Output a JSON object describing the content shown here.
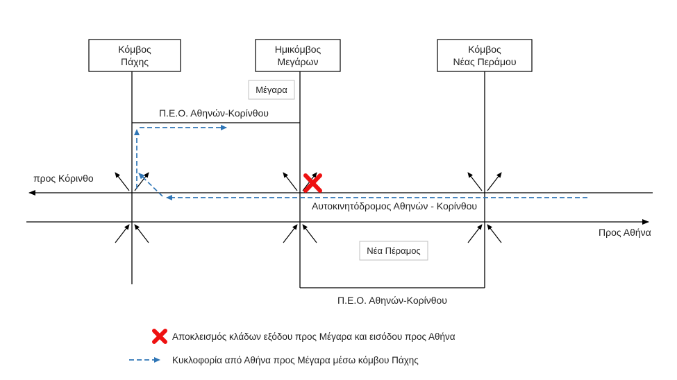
{
  "diagram": {
    "title": "traffic-detour-schematic",
    "junction_boxes": [
      {
        "line1": "Κόμβος",
        "line2": "Πάχης"
      },
      {
        "line1": "Ημικόμβος",
        "line2": "Μεγάρων"
      },
      {
        "line1": "Κόμβος",
        "line2": "Νέας Περάμου"
      }
    ],
    "labels": {
      "peo_top": "Π.Ε.Ο. Αθηνών-Κορίνθου",
      "peo_bottom": "Π.Ε.Ο. Αθηνών-Κορίνθου",
      "motorway": "Αυτοκινητόδρομος Αθηνών - Κορίνθου",
      "direction_left": "προς Κόρινθο",
      "direction_right": "Προς Αθήνα",
      "town_megara": "Μέγαρα",
      "town_nea_peramos": "Νέα Πέραμος"
    },
    "legend": {
      "closure_label": "Αποκλεισμός κλάδων εξόδου προς Μέγαρα και εισόδου προς Αθήνα",
      "detour_label": "Κυκλοφορία από Αθήνα προς Μέγαρα μέσω κόμβου Πάχης"
    },
    "colors": {
      "detour_blue": "#2e75b6",
      "closure_red": "#ee1111",
      "line_black": "#000000",
      "muted_gray": "#7f7f7f",
      "muted_border": "#bfbfbf"
    }
  }
}
